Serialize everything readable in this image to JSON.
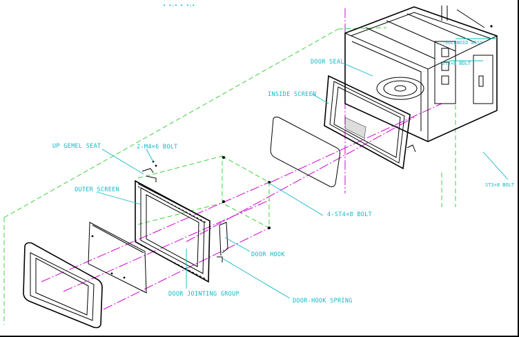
{
  "title_fragment": "•  •:•  •  •:•",
  "labels": {
    "door_seal": "DOOR SEAL",
    "inside_screen": "INSIDE SCREEN",
    "up_gemel_seat": "UP GEMEL SEAT",
    "bolt_m4": "2-M4×6 BOLT",
    "outer_screen": "OUTER SCREEN",
    "bolt_st4": "4-ST4×8 BOLT",
    "door_hook": "DOOR HOOK",
    "door_jointing_group": "DOOR JOINTING GROUP",
    "door_hook_spring": "DOOR-HOOK SPRING",
    "st_bolt_right": "ST3×8 BOLT",
    "assy_top": "...SOLENOID ASSY",
    "st_bolt_small": "ST3×8 BOLT"
  },
  "colors": {
    "label": "#10b8c8",
    "axis_magenta": "#d000d0",
    "axis_green": "#40d040",
    "line": "#000000"
  }
}
